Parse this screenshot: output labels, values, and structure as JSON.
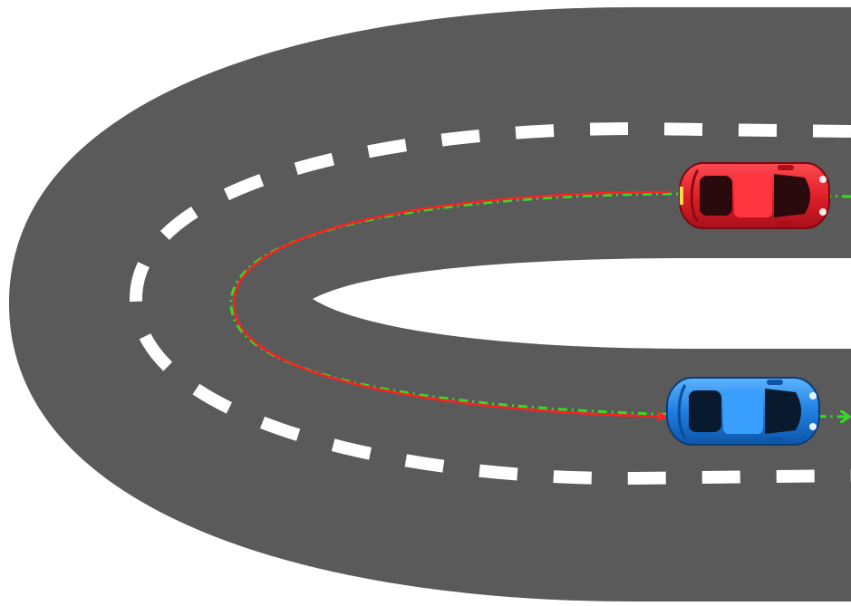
{
  "scene": {
    "type": "road-diagram",
    "road_color": "#5a5a5a",
    "lane_marking_color": "#ffffff",
    "background_color": "#ffffff"
  },
  "vehicles": [
    {
      "id": "red-car",
      "color": "#e0202a",
      "lane": "outer-upper",
      "heading": "right"
    },
    {
      "id": "blue-car",
      "color": "#1f7fe0",
      "lane": "outer-lower",
      "heading": "right"
    }
  ],
  "trajectories": [
    {
      "id": "planned-path",
      "color": "#ff2020",
      "style": "solid",
      "arrow": true
    },
    {
      "id": "reference-path",
      "color": "#33dd22",
      "style": "dash-dot",
      "arrow": true
    }
  ]
}
